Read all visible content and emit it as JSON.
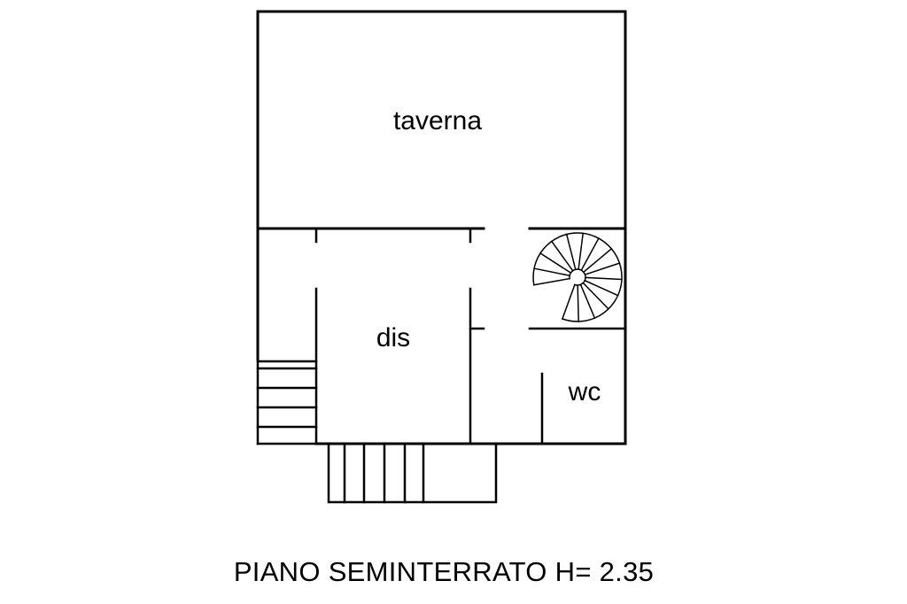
{
  "rooms": {
    "taverna": "taverna",
    "dis": "dis",
    "wc": "wc"
  },
  "caption": "PIANO SEMINTERRATO H= 2.35",
  "colors": {
    "line": "#000000",
    "background": "#ffffff"
  }
}
